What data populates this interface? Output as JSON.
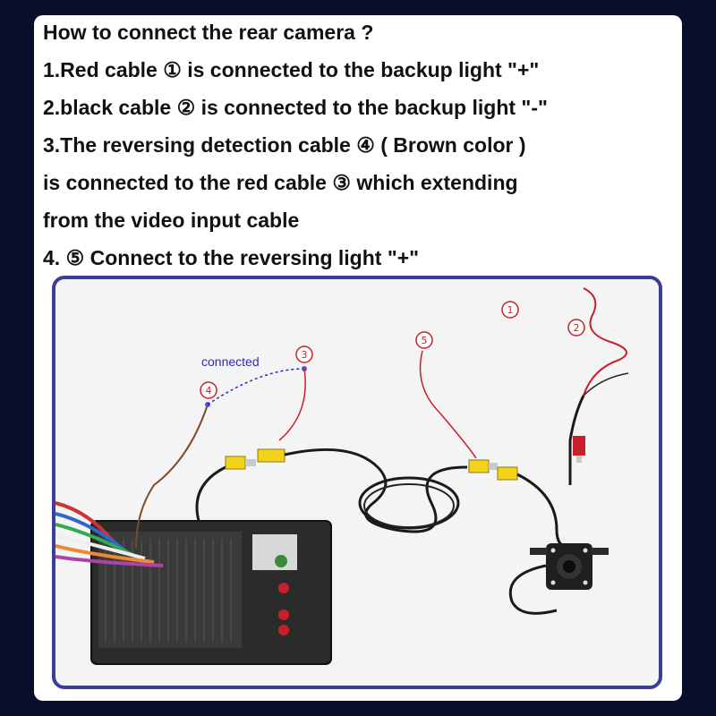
{
  "instructions": {
    "title": "How to connect the rear camera ?",
    "lines": [
      "1.Red cable ① is connected to the backup light \"+\"",
      "2.black cable ② is connected to the backup light \"-\"",
      "3.The reversing detection cable ④ ( Brown color )",
      "is connected to the red cable ③ which extending",
      "from the video input cable",
      "4. ⑤ Connect to the reversing light \"+\""
    ]
  },
  "diagram": {
    "connected_label": "connected",
    "markers": [
      "1",
      "2",
      "3",
      "4",
      "5"
    ]
  },
  "colors": {
    "page_background": "#0a0d2c",
    "frame_border": "#3b3d96",
    "red_cable": "#c8202a",
    "black_cable": "#1a1a1a",
    "brown_cable": "#7a4a2a",
    "rca_connector": "#f2d21a"
  }
}
